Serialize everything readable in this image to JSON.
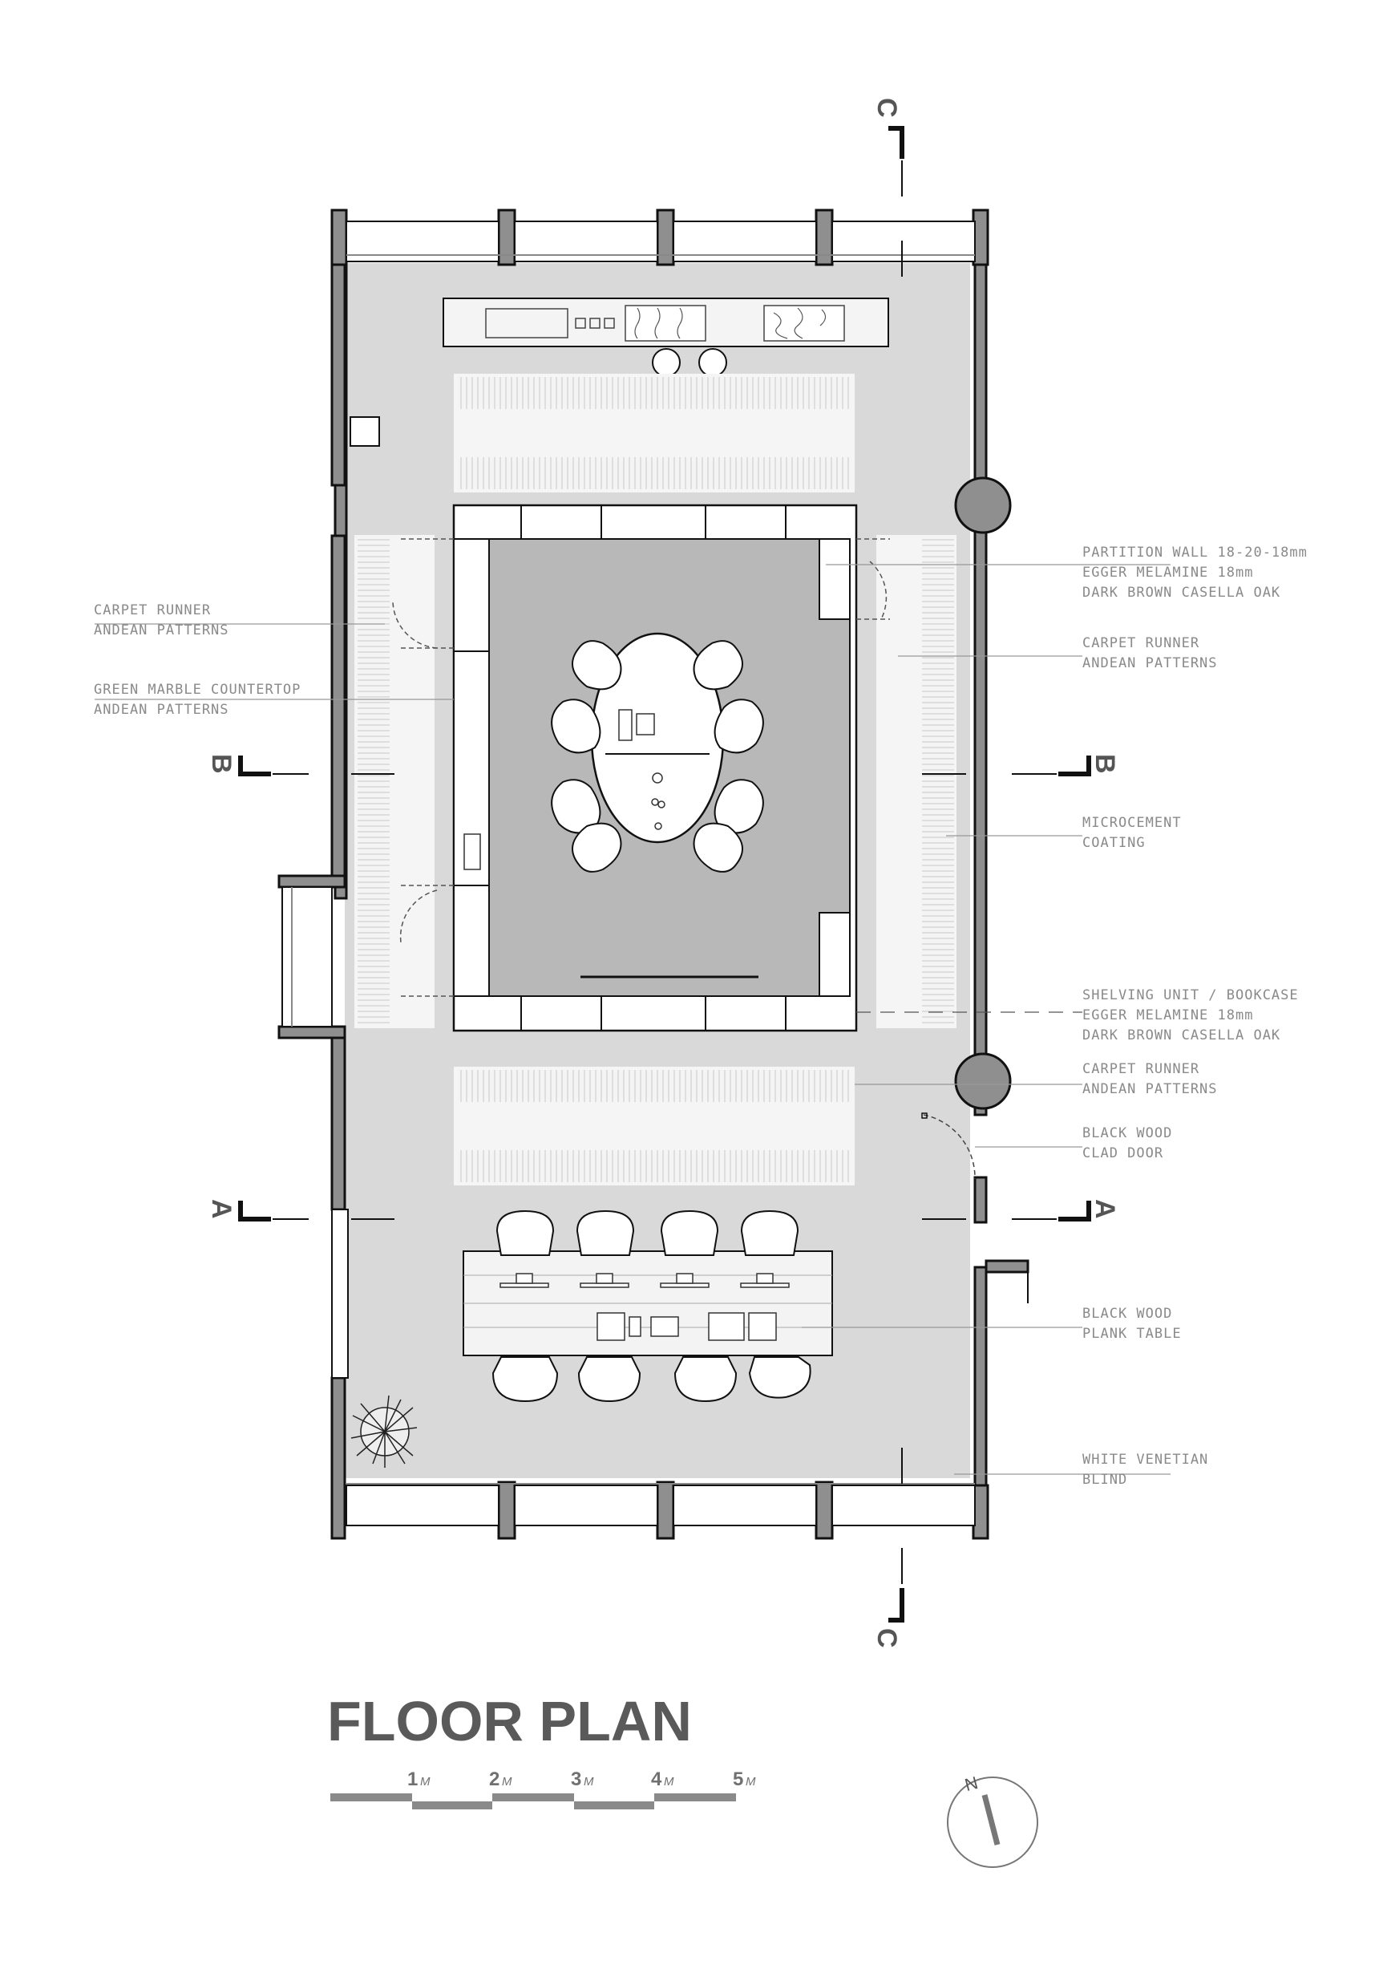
{
  "title": "FLOOR PLAN",
  "sections": {
    "c_top": "C",
    "c_bottom": "C",
    "b_left": "B",
    "b_right": "B",
    "a_left": "A",
    "a_right": "A"
  },
  "annotations": {
    "carpet_left": [
      "CARPET RUNNER",
      "ANDEAN PATTERNS"
    ],
    "marble_counter": [
      "GREEN MARBLE COUNTERTOP",
      "ANDEAN PATTERNS"
    ],
    "partition_wall": [
      "PARTITION WALL 18-20-18mm",
      "EGGER MELAMINE 18mm",
      "DARK BROWN CASELLA OAK"
    ],
    "carpet_right": [
      "CARPET RUNNER",
      "ANDEAN PATTERNS"
    ],
    "microcement": [
      "MICROCEMENT",
      "COATING"
    ],
    "shelving": [
      "SHELVING UNIT / BOOKCASE",
      "EGGER MELAMINE 18mm",
      "DARK BROWN CASELLA OAK"
    ],
    "carpet_lower": [
      "CARPET RUNNER",
      "ANDEAN PATTERNS"
    ],
    "door": [
      "BLACK WOOD",
      "CLAD DOOR"
    ],
    "table": [
      "BLACK WOOD",
      "PLANK TABLE"
    ],
    "blind": [
      "WHITE VENETIAN",
      "BLIND"
    ]
  },
  "scale_bar": {
    "ticks": [
      "1",
      "2",
      "3",
      "4",
      "5"
    ],
    "unit": "M"
  },
  "north": "N"
}
